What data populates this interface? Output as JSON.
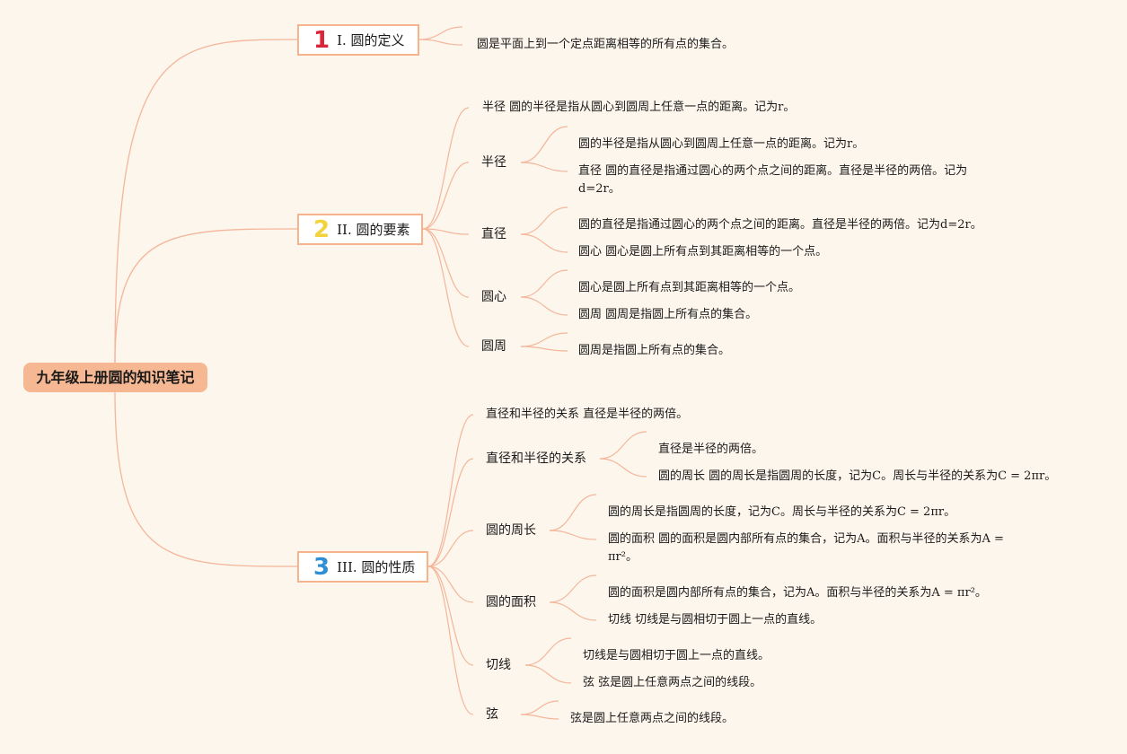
{
  "root": {
    "label": "九年级上册圆的知识笔记"
  },
  "colors": {
    "background": "#fdf6ec",
    "root_fill": "#f6b893",
    "branch_line": "#f4b69a",
    "badge_1": "#d9243a",
    "badge_2": "#f2d33a",
    "badge_3": "#2f8fd4"
  },
  "sections": [
    {
      "badge": "1",
      "title": "I. 圆的定义",
      "leaf": "圆是平面上到一个定点距离相等的所有点的集合。"
    },
    {
      "badge": "2",
      "title": "II. 圆的要素",
      "summary": "半径 圆的半径是指从圆心到圆周上任意一点的距离。记为r。",
      "items": [
        {
          "label": "半径",
          "leaves": [
            "圆的半径是指从圆心到圆周上任意一点的距离。记为r。",
            "直径 圆的直径是指通过圆心的两个点之间的距离。直径是半径的两倍。记为d=2r。"
          ]
        },
        {
          "label": "直径",
          "leaves": [
            "圆的直径是指通过圆心的两个点之间的距离。直径是半径的两倍。记为d=2r。",
            "圆心 圆心是圆上所有点到其距离相等的一个点。"
          ]
        },
        {
          "label": "圆心",
          "leaves": [
            "圆心是圆上所有点到其距离相等的一个点。",
            "圆周 圆周是指圆上所有点的集合。"
          ]
        },
        {
          "label": "圆周",
          "leaves": [
            "圆周是指圆上所有点的集合。"
          ]
        }
      ]
    },
    {
      "badge": "3",
      "title": "III. 圆的性质",
      "summary": "直径和半径的关系 直径是半径的两倍。",
      "items": [
        {
          "label": "直径和半径的关系",
          "leaves": [
            "直径是半径的两倍。",
            "圆的周长 圆的周长是指圆周的长度，记为C。周长与半径的关系为C = 2πr。"
          ]
        },
        {
          "label": "圆的周长",
          "leaves": [
            "圆的周长是指圆周的长度，记为C。周长与半径的关系为C = 2πr。",
            "圆的面积 圆的面积是圆内部所有点的集合，记为A。面积与半径的关系为A = πr²。"
          ]
        },
        {
          "label": "圆的面积",
          "leaves": [
            "圆的面积是圆内部所有点的集合，记为A。面积与半径的关系为A = πr²。",
            "切线 切线是与圆相切于圆上一点的直线。"
          ]
        },
        {
          "label": "切线",
          "leaves": [
            "切线是与圆相切于圆上一点的直线。",
            "弦 弦是圆上任意两点之间的线段。"
          ]
        },
        {
          "label": "弦",
          "leaves": [
            "弦是圆上任意两点之间的线段。"
          ]
        }
      ]
    }
  ]
}
